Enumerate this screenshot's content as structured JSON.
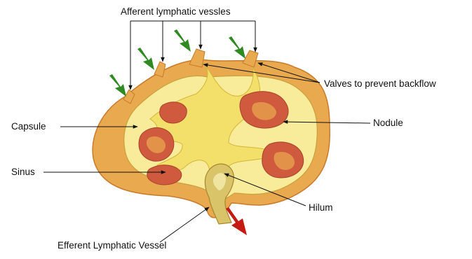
{
  "labels": {
    "afferent": "Afferent lymphatic vessles",
    "valves": "Valves to prevent backflow",
    "capsule": "Capsule",
    "nodule": "Nodule",
    "sinus": "Sinus",
    "hilum": "Hilum",
    "efferent": "Efferent Lymphatic Vessel"
  },
  "colors": {
    "capsule_fill": "#e9a94e",
    "capsule_edge": "#c97a2a",
    "sinus_fill": "#f2e06a",
    "cortex_band": "#f8ec9a",
    "nodule_fill": "#cf5a3e",
    "nodule_edge": "#a8412b",
    "green_arrow": "#2f8a22",
    "red_arrow": "#c41a12",
    "leader_line": "#111111"
  }
}
